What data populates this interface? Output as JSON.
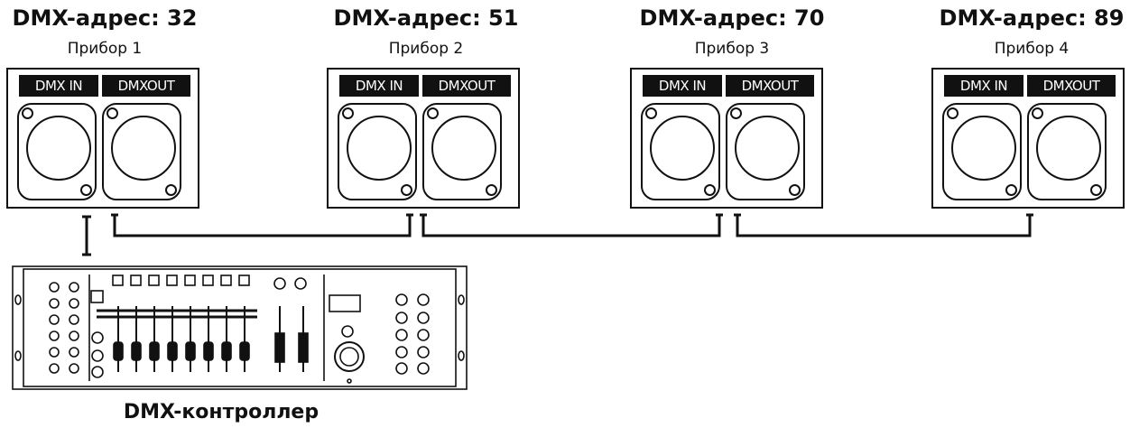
{
  "fixtures": [
    {
      "address_label": "DMX-адрес: 32",
      "name": "Прибор 1",
      "in_label": "DMX IN",
      "out_label": "DMXOUT"
    },
    {
      "address_label": "DMX-адрес: 51",
      "name": "Прибор 2",
      "in_label": "DMX IN",
      "out_label": "DMXOUT"
    },
    {
      "address_label": "DMX-адрес: 70",
      "name": "Прибор 3",
      "in_label": "DMX IN",
      "out_label": "DMXOUT"
    },
    {
      "address_label": "DMX-адрес: 89",
      "name": "Прибор 4",
      "in_label": "DMX IN",
      "out_label": "DMXOUT"
    }
  ],
  "controller": {
    "label": "DMX-контроллер"
  }
}
